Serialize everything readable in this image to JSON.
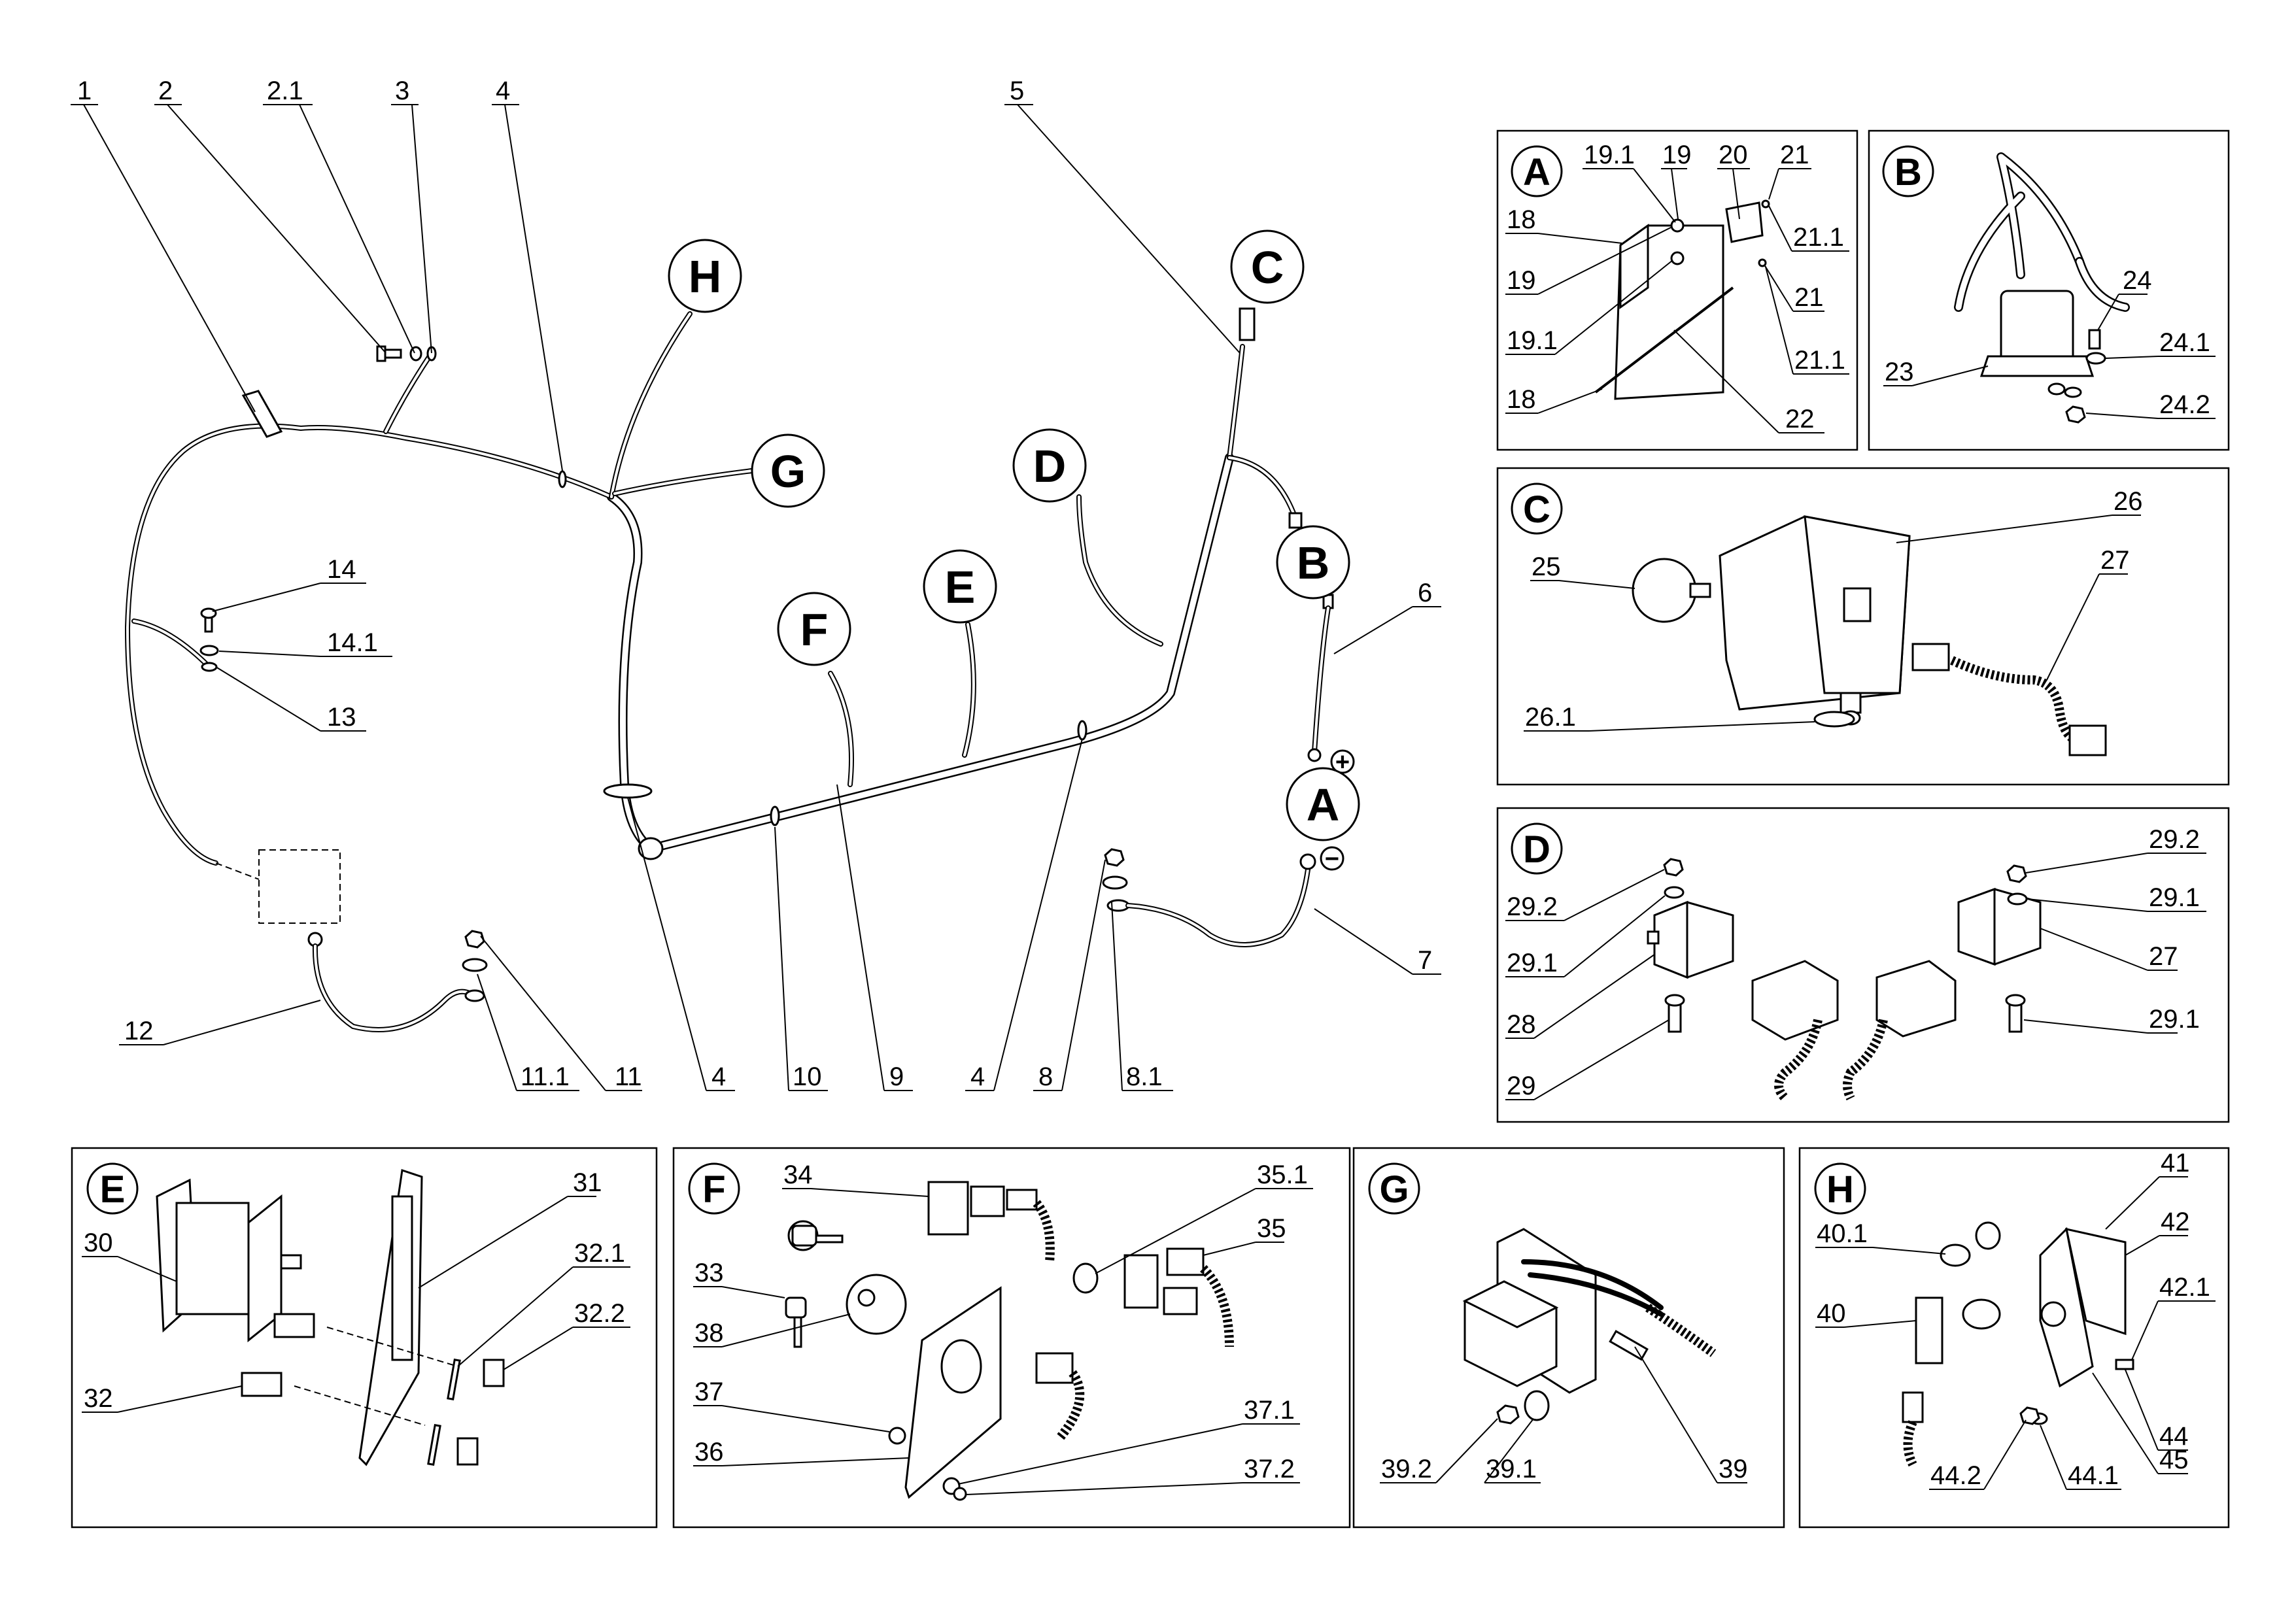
{
  "main": {
    "callouts": [
      "1",
      "2",
      "2.1",
      "3",
      "4",
      "5",
      "6",
      "7",
      "8",
      "8.1",
      "9",
      "10",
      "11",
      "11.1",
      "12",
      "13",
      "14",
      "14.1",
      "4",
      "4"
    ],
    "connectors": [
      "A",
      "B",
      "C",
      "D",
      "E",
      "F",
      "G",
      "H"
    ],
    "polarity": {
      "plus": "+",
      "minus": "−"
    }
  },
  "panels": [
    {
      "letter": "A",
      "callouts": [
        "19.1",
        "19",
        "20",
        "21",
        "18",
        "21.1",
        "19",
        "21",
        "19.1",
        "21.1",
        "18",
        "22"
      ]
    },
    {
      "letter": "B",
      "callouts": [
        "24",
        "23",
        "24.1",
        "24.2"
      ]
    },
    {
      "letter": "C",
      "callouts": [
        "26",
        "25",
        "27",
        "26.1"
      ]
    },
    {
      "letter": "D",
      "callouts": [
        "29.2",
        "29.2",
        "29.1",
        "29.1",
        "27",
        "29.1",
        "28",
        "29",
        "29"
      ]
    },
    {
      "letter": "E",
      "callouts": [
        "31",
        "30",
        "32.1",
        "32.2",
        "32"
      ]
    },
    {
      "letter": "F",
      "callouts": [
        "34",
        "35.1",
        "35",
        "33",
        "38",
        "37",
        "37.1",
        "36",
        "37.2"
      ]
    },
    {
      "letter": "G",
      "callouts": [
        "39.2",
        "39.1",
        "39"
      ]
    },
    {
      "letter": "H",
      "callouts": [
        "41",
        "40.1",
        "42",
        "42.1",
        "40",
        "44",
        "44.2",
        "45",
        "44.1"
      ]
    }
  ]
}
